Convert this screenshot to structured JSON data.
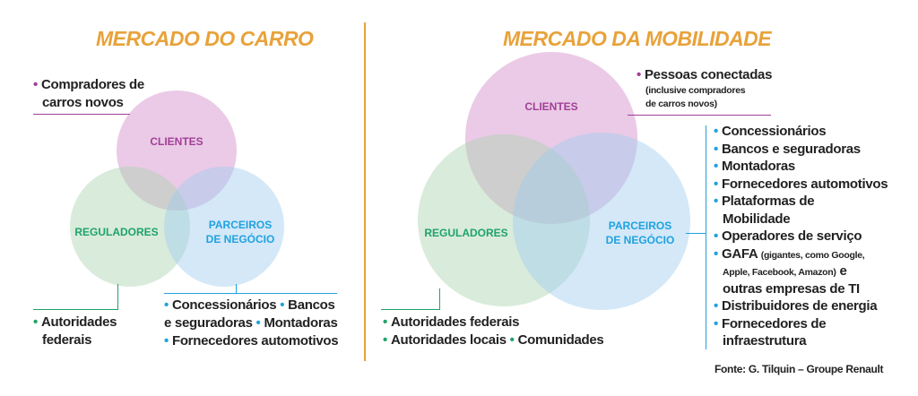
{
  "colors": {
    "orange": "#E8A23A",
    "purple": "#A23F98",
    "green": "#1EA36A",
    "blue": "#1FA2DF"
  },
  "left": {
    "title": "MERCADO DO CARRO",
    "circles": {
      "clientes": "CLIENTES",
      "reguladores": "REGULADORES",
      "parceiros_1": "PARCEIROS",
      "parceiros_2": "DE NEGÓCIO"
    },
    "clientes_items": [
      "Compradores de",
      "carros novos"
    ],
    "reguladores_items": [
      "Autoridades",
      "federais"
    ],
    "parceiros_items": [
      "Concessionários",
      "Bancos",
      "e seguradoras",
      "Montadoras",
      "Fornecedores automotivos"
    ]
  },
  "right": {
    "title": "MERCADO DA MOBILIDADE",
    "circles": {
      "clientes": "CLIENTES",
      "reguladores": "REGULADORES",
      "parceiros_1": "PARCEIROS",
      "parceiros_2": "DE NEGÓCIO"
    },
    "clientes_main": "Pessoas conectadas",
    "clientes_note_1": "(inclusive compradores",
    "clientes_note_2": "de carros novos)",
    "reguladores_items": [
      "Autoridades federais",
      "Autoridades locais",
      "Comunidades"
    ],
    "parceiros_items": [
      "Concessionários",
      "Bancos e seguradoras",
      "Montadoras",
      "Fornecedores automotivos",
      "Plataformas de",
      "Mobilidade",
      "Operadores de serviço",
      "GAFA",
      "(gigantes, como Google,",
      "Apple, Facebook, Amazon)",
      "e",
      "outras empresas de TI",
      "Distribuidores de energia",
      "Fornecedores de",
      "infraestrutura"
    ]
  },
  "source": "Fonte: G. Tilquin – Groupe Renault"
}
